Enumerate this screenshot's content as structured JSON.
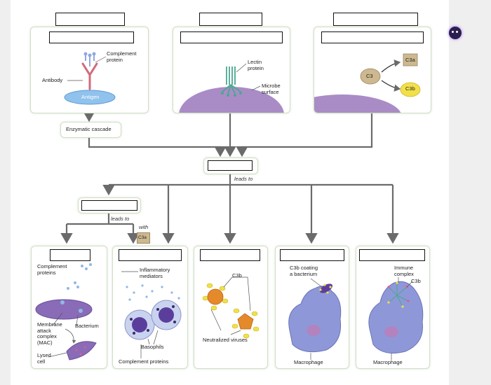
{
  "labels": {
    "complement_protein": "Complement\nprotein",
    "antibody": "Antibody",
    "antigen": "Antigen",
    "lectin_protein": "Lectin\nprotein",
    "microbe_surface": "Microbe\nsurface",
    "c3": "C3",
    "c3a": "C3a",
    "c3b": "C3b",
    "enzymatic_cascade": "Enzymatic cascade",
    "leads_to_1": "leads to",
    "leads_to_2": "leads to",
    "with": "with",
    "c3a_small": "C3a",
    "complement_proteins": "Complement\nproteins",
    "mac": "Membrane\nattack\ncomplex\n(MAC)",
    "bacterium": "Bacterium",
    "lysed_cell": "Lysed\ncell",
    "inflammatory_mediators": "Inflammatory\nmediators",
    "basophils": "Basophils",
    "complement_proteins_2": "Complement proteins",
    "c3b_viruses": "C3b",
    "neutralized_viruses": "Neutralized viruses",
    "c3b_coating": "C3b coating\na bacterium",
    "macrophage_1": "Macrophage",
    "immune_complex": "Immune\ncomplex",
    "c3b_immune": "C3b",
    "macrophage_2": "Macrophage"
  },
  "colors": {
    "panel_border": "#cfe0c4",
    "arrow": "#6b6b6b",
    "membrane": "#a98cc6",
    "antigen": "#8fc2ec",
    "antibody": "#d26a7a",
    "lectin": "#4aa890",
    "c3b_yellow": "#f2e04a",
    "c3_tan": "#cdb88f",
    "macrophage": "#8e98d8"
  },
  "icons": [
    "assistant-icon"
  ]
}
